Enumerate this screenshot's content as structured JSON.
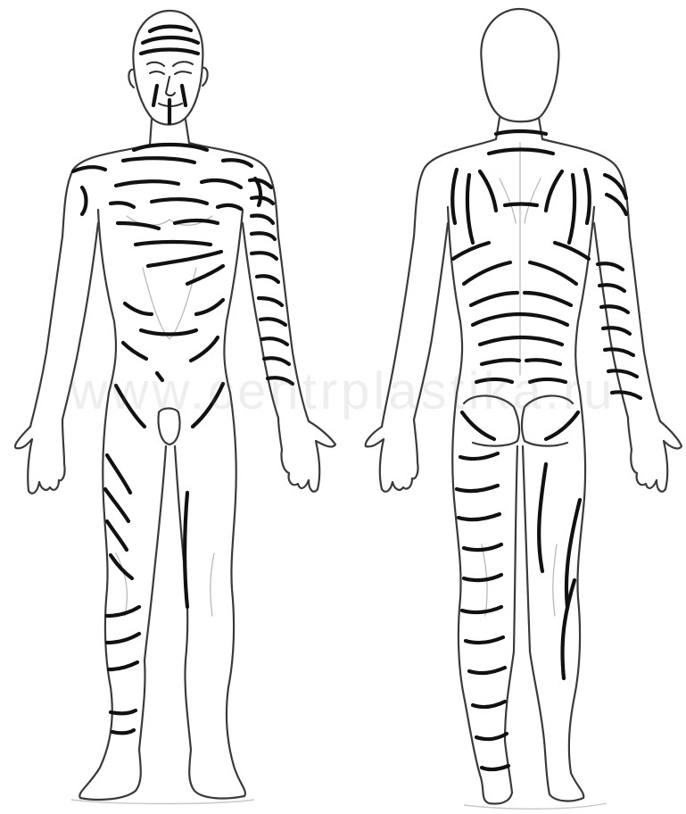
{
  "watermark": "www.centrplastika.ru",
  "figures": {
    "front": {
      "view": "anterior"
    },
    "back": {
      "view": "posterior"
    }
  },
  "colors": {
    "outline": "#3a3a3a",
    "tension_lines": "#111111",
    "shading": "#b4b4b4",
    "background": "#ffffff"
  }
}
